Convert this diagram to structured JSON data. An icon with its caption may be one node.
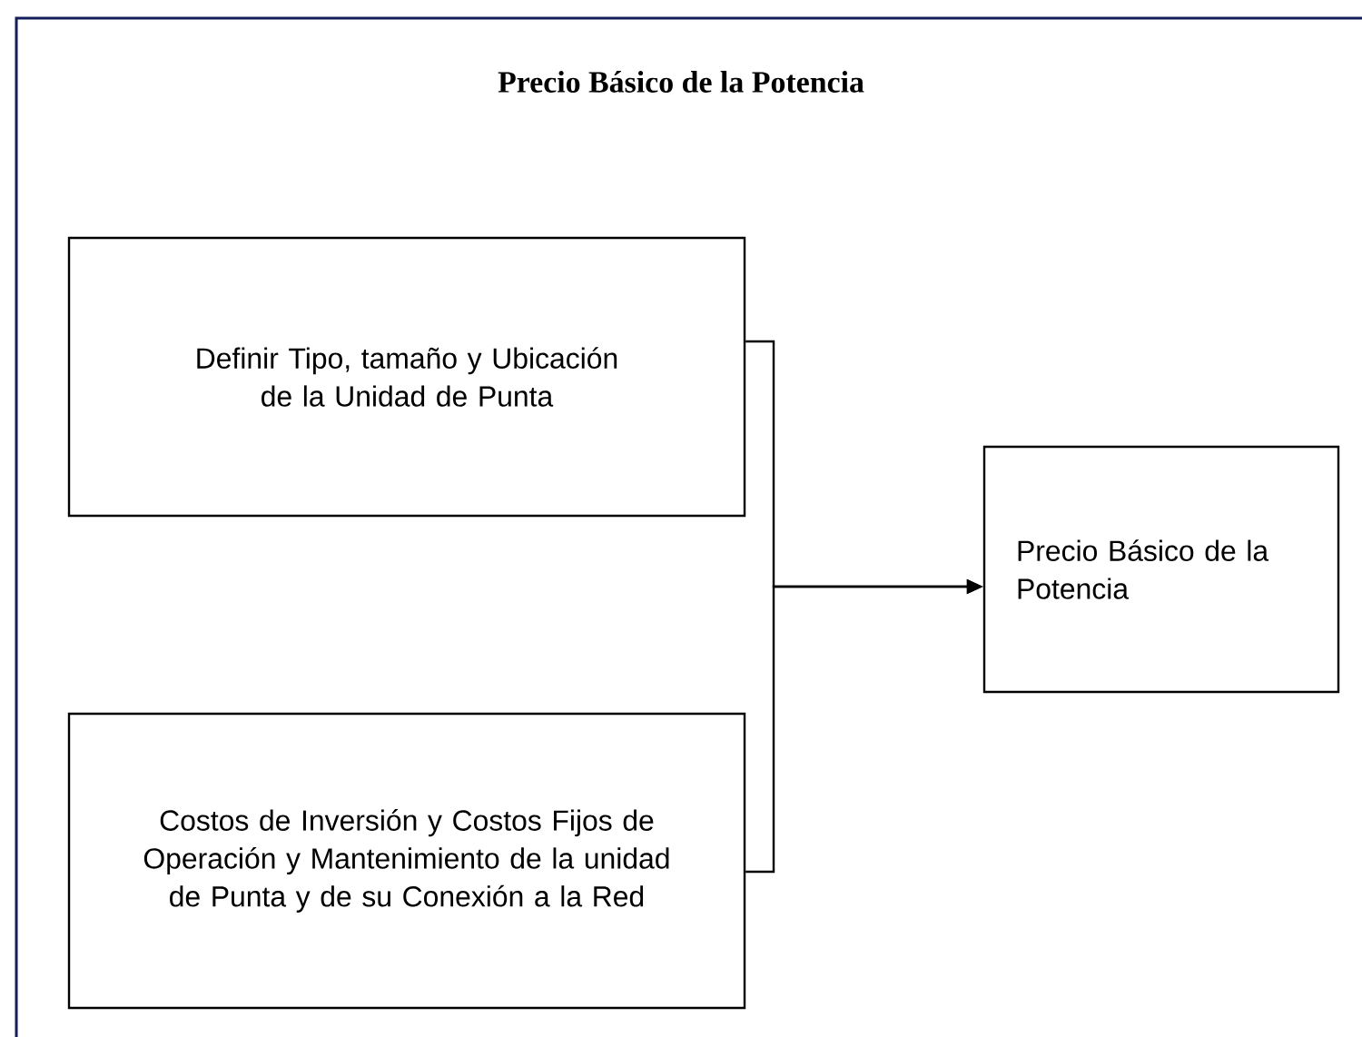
{
  "diagram": {
    "title": "Precio Básico de la Potencia",
    "nodes": [
      {
        "text": [
          "Definir Tipo, tamaño y Ubicación de la Unidad de Punta"
        ]
      },
      {
        "text": [
          "Costos de Inversión y Costos Fijos de Operación y Mantenimiento de la unidad de Punta y de su Conexión a la Red"
        ]
      },
      {
        "text": [
          "Precio Básico de la Potencia"
        ]
      }
    ],
    "edges": [
      {
        "from": 0,
        "to": 2,
        "arrow": "to"
      },
      {
        "from": 1,
        "to": 2,
        "arrow": "to"
      }
    ]
  }
}
